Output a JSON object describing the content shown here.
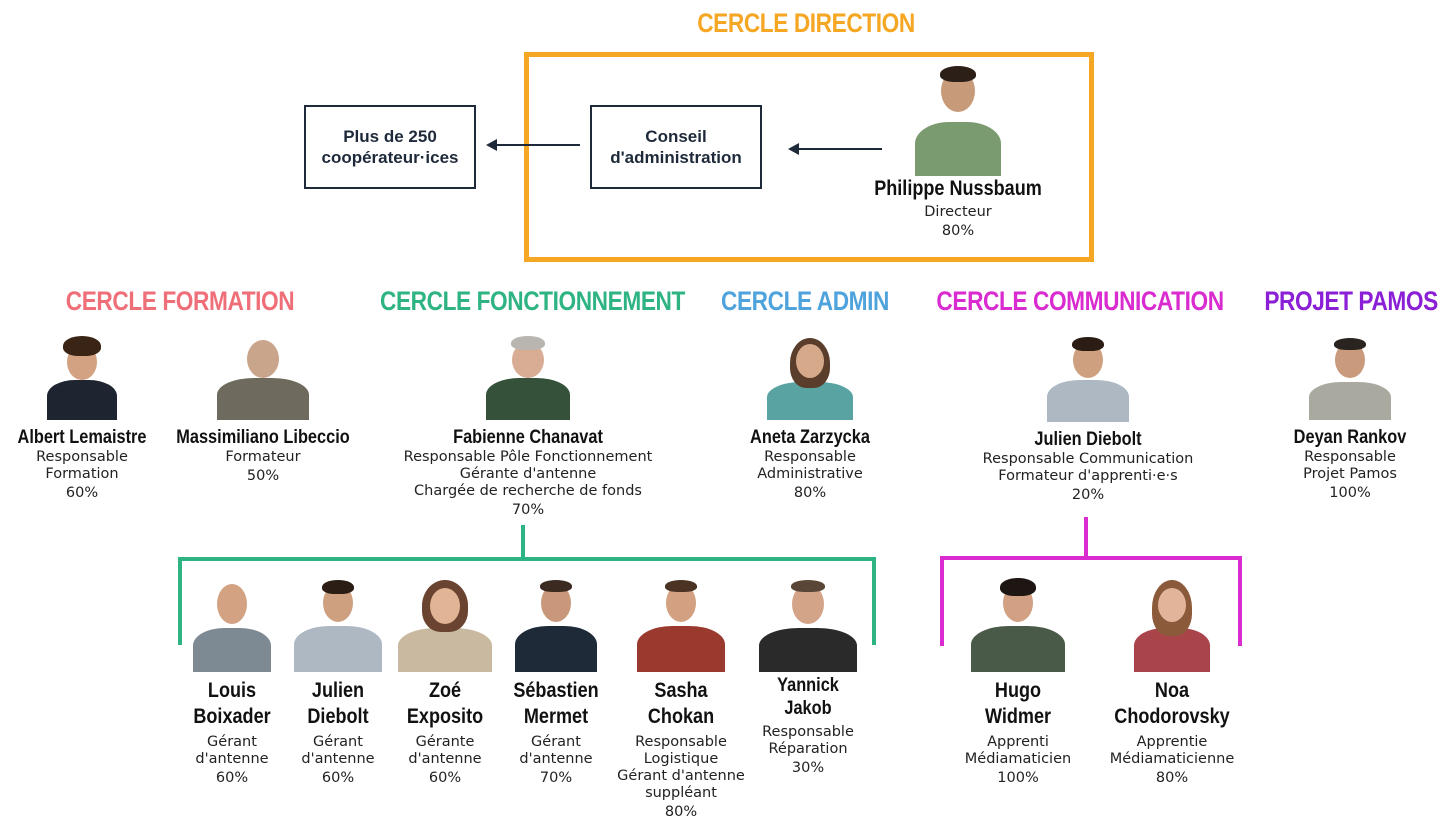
{
  "colors": {
    "direction": "#f5a623",
    "formation": "#ef6f79",
    "fonctionnement": "#2eb482",
    "admin": "#4fa3dc",
    "communication": "#d92bcf",
    "pamos": "#8a1fd6",
    "box_border": "#1e2a3a"
  },
  "circles": {
    "direction": "CERCLE DIRECTION",
    "formation": "CERCLE FORMATION",
    "fonctionnement": "CERCLE FONCTIONNEMENT",
    "admin": "CERCLE ADMIN",
    "communication": "CERCLE COMMUNICATION",
    "pamos": "PROJET PAMOS"
  },
  "boxes": {
    "cooperateurs": [
      "Plus de 250",
      "coopérateur·ices"
    ],
    "conseil": [
      "Conseil",
      "d'administration"
    ]
  },
  "people": {
    "philippe": {
      "name": "Philippe Nussbaum",
      "role": [
        "Directeur"
      ],
      "pct": "80%"
    },
    "albert": {
      "name": "Albert Lemaistre",
      "role": [
        "Responsable",
        "Formation"
      ],
      "pct": "60%"
    },
    "massimiliano": {
      "name": "Massimiliano Libeccio",
      "role": [
        "Formateur"
      ],
      "pct": "50%"
    },
    "fabienne": {
      "name": "Fabienne Chanavat",
      "role": [
        "Responsable Pôle Fonctionnement",
        "Gérante d'antenne",
        "Chargée de recherche de fonds"
      ],
      "pct": "70%"
    },
    "aneta": {
      "name": "Aneta Zarzycka",
      "role": [
        "Responsable",
        "Administrative"
      ],
      "pct": "80%"
    },
    "julien_c": {
      "name": "Julien Diebolt",
      "role": [
        "Responsable Communication",
        "Formateur d'apprenti·e·s"
      ],
      "pct": "20%"
    },
    "deyan": {
      "name": "Deyan Rankov",
      "role": [
        "Responsable",
        "Projet Pamos"
      ],
      "pct": "100%"
    },
    "louis": {
      "name": [
        "Louis",
        "Boixader"
      ],
      "role": [
        "Gérant",
        "d'antenne"
      ],
      "pct": "60%"
    },
    "julien_f": {
      "name": [
        "Julien",
        "Diebolt"
      ],
      "role": [
        "Gérant",
        "d'antenne"
      ],
      "pct": "60%"
    },
    "zoe": {
      "name": [
        "Zoé",
        "Exposito"
      ],
      "role": [
        "Gérante",
        "d'antenne"
      ],
      "pct": "60%"
    },
    "sebastien": {
      "name": [
        "Sébastien",
        "Mermet"
      ],
      "role": [
        "Gérant",
        "d'antenne"
      ],
      "pct": "70%"
    },
    "sasha": {
      "name": [
        "Sasha",
        "Chokan"
      ],
      "role": [
        "Responsable",
        "Logistique",
        "Gérant d'antenne",
        "suppléant"
      ],
      "pct": "80%"
    },
    "yannick": {
      "name": [
        "Yannick",
        "Jakob"
      ],
      "role": [
        "Responsable",
        "Réparation"
      ],
      "pct": "30%"
    },
    "hugo": {
      "name": [
        "Hugo",
        "Widmer"
      ],
      "role": [
        "Apprenti",
        "Médiamaticien"
      ],
      "pct": "100%"
    },
    "noa": {
      "name": [
        "Noa",
        "Chodorovsky"
      ],
      "role": [
        "Apprentie",
        "Médiamaticienne"
      ],
      "pct": "80%"
    }
  }
}
